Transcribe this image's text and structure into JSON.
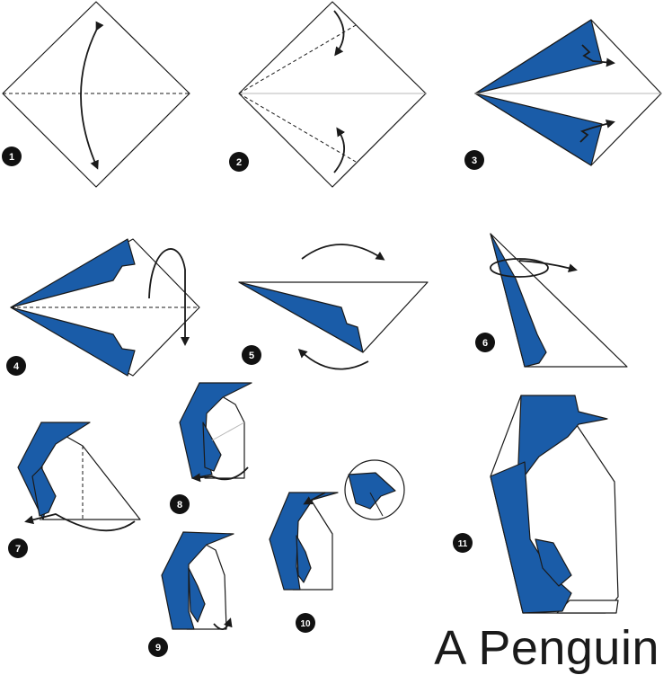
{
  "title": "A Penguin",
  "colors": {
    "paper": "#ffffff",
    "blue": "#1a5ca8",
    "outline": "#1a1a1a",
    "badge": "#111111"
  },
  "steps": [
    {
      "number": "1"
    },
    {
      "number": "2"
    },
    {
      "number": "3"
    },
    {
      "number": "4"
    },
    {
      "number": "5"
    },
    {
      "number": "6"
    },
    {
      "number": "7"
    },
    {
      "number": "8"
    },
    {
      "number": "9"
    },
    {
      "number": "10"
    },
    {
      "number": "11"
    }
  ]
}
